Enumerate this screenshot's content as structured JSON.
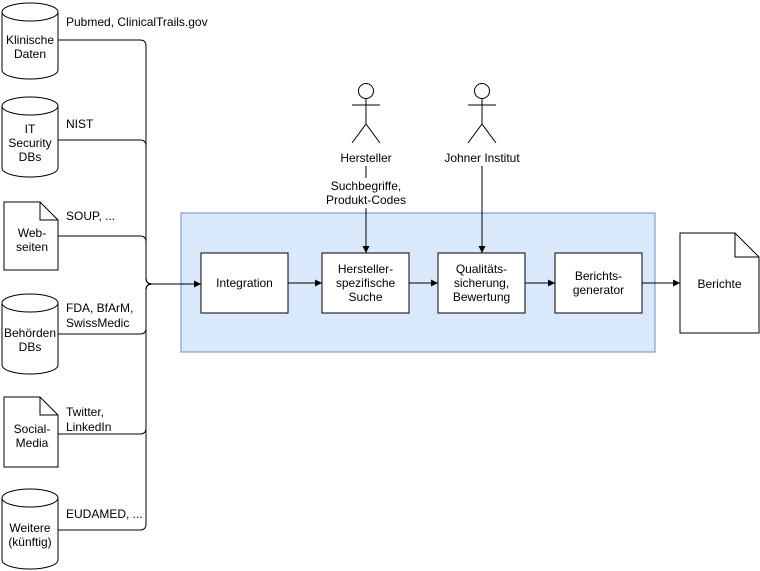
{
  "sources": [
    {
      "kind": "cylinder",
      "lines": [
        "Klinische",
        "Daten"
      ],
      "annotation": [
        "Pubmed, ClinicalTrails.gov"
      ]
    },
    {
      "kind": "cylinder",
      "lines": [
        "IT",
        "Security",
        "DBs"
      ],
      "annotation": [
        "NIST"
      ]
    },
    {
      "kind": "document",
      "lines": [
        "Web-",
        "seiten"
      ],
      "annotation": [
        "SOUP, ..."
      ]
    },
    {
      "kind": "cylinder",
      "lines": [
        "Behörden",
        "DBs"
      ],
      "annotation": [
        "FDA, BfArM,",
        "SwissMedic"
      ]
    },
    {
      "kind": "document",
      "lines": [
        "Social-",
        "Media"
      ],
      "annotation": [
        "Twitter,",
        "LinkedIn"
      ]
    },
    {
      "kind": "cylinder",
      "lines": [
        "Weitere",
        "(künftig)"
      ],
      "annotation": [
        "EUDAMED, ..."
      ]
    }
  ],
  "actors": [
    {
      "label": "Hersteller",
      "annotation": [
        "Suchbegriffe,",
        "Produkt-Codes"
      ]
    },
    {
      "label": "Johner Institut",
      "annotation": []
    }
  ],
  "process": [
    {
      "lines": [
        "Integration"
      ]
    },
    {
      "lines": [
        "Hersteller-",
        "spezifische",
        "Suche"
      ]
    },
    {
      "lines": [
        "Qualitäts-",
        "sicherung,",
        "Bewertung"
      ]
    },
    {
      "lines": [
        "Berichts-",
        "generator"
      ]
    }
  ],
  "output": {
    "lines": [
      "Berichte"
    ]
  },
  "colors": {
    "group_fill": "#dae8fc",
    "group_stroke": "#6c8ebf",
    "stroke": "#000000"
  }
}
